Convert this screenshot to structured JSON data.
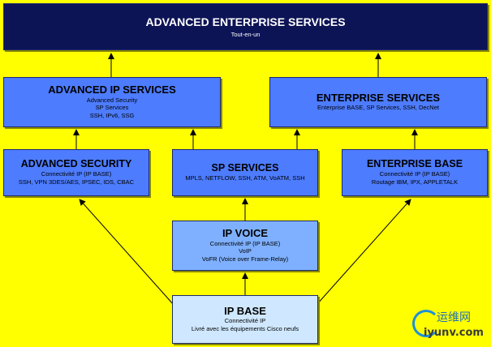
{
  "boxes": {
    "top": {
      "title": "ADVANCED ENTERPRISE SERVICES",
      "lines": [
        "Tout-en-un"
      ]
    },
    "advanced_ip": {
      "title": "ADVANCED IP SERVICES",
      "lines": [
        "Advanced Security",
        "SP Services",
        "SSH, IPv6, SSG"
      ]
    },
    "enterprise_services": {
      "title": "ENTERPRISE SERVICES",
      "lines": [
        "Enterprise BASE, SP Services, SSH, DecNet"
      ]
    },
    "advanced_security": {
      "title": "ADVANCED SECURITY",
      "lines": [
        "Connectivité IP (IP BASE)",
        "SSH, VPN 3DES/AES, IPSEC, IDS, CBAC"
      ]
    },
    "sp_services": {
      "title": "SP SERVICES",
      "lines": [
        "MPLS, NETFLOW, SSH, ATM, VoATM, SSH"
      ]
    },
    "enterprise_base": {
      "title": "ENTERPRISE BASE",
      "lines": [
        "Connectivité IP (IP BASE)",
        "Routage IBM, IPX, APPLETALK"
      ]
    },
    "ip_voice": {
      "title": "IP VOICE",
      "lines": [
        "Connectivité IP (IP BASE)",
        "VoIP",
        "VoFR (Voice over Frame-Relay)"
      ]
    },
    "ip_base": {
      "title": "IP BASE",
      "lines": [
        "Connectivité IP",
        "Livré avec les équipements Cisco neufs"
      ]
    }
  },
  "watermark": {
    "cn": "运维网",
    "en": "iyunv.com"
  },
  "colors": {
    "background": "#ffff00",
    "top_box": "#0d1456",
    "mid_box": "#4d7cff",
    "voice_box": "#7eb0ff",
    "base_box": "#cfe8ff"
  }
}
